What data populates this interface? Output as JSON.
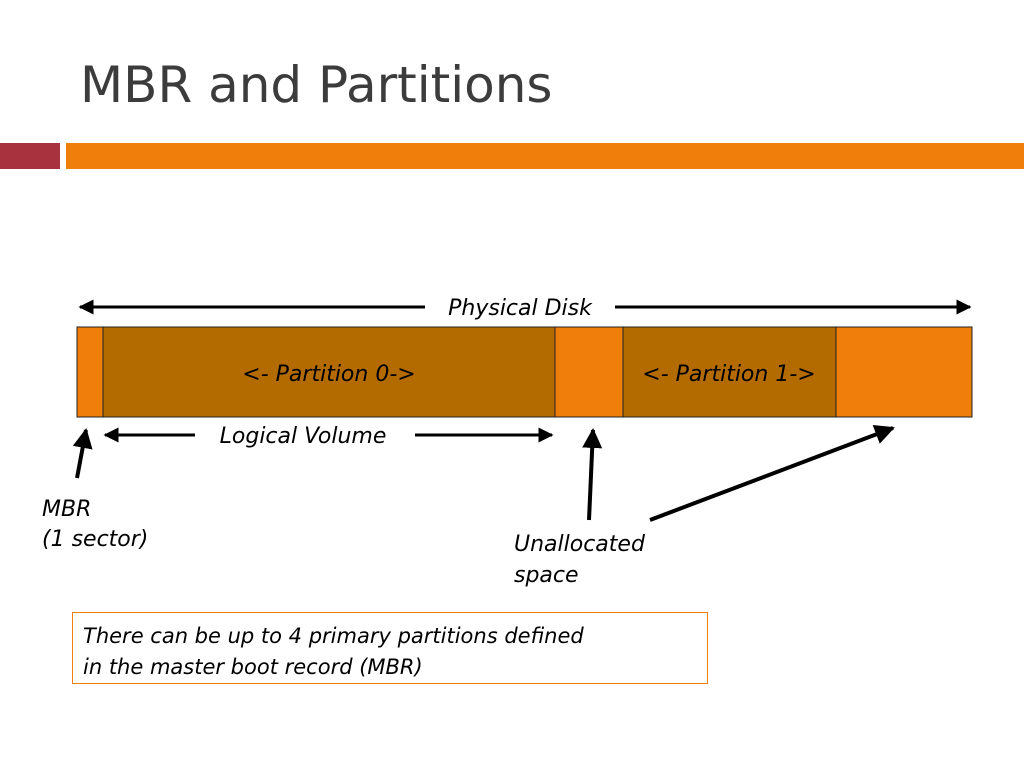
{
  "title": "MBR and Partitions",
  "colors": {
    "accent_orange": "#ef7f0a",
    "accent_red": "#a8323e",
    "partition_fill": "#b36b00",
    "unallocated_fill": "#ef7f0a"
  },
  "diagram": {
    "physical_disk_label": "Physical Disk",
    "partition0_label": "<- Partition 0->",
    "partition1_label": "<- Partition 1->",
    "logical_volume_label": "Logical Volume",
    "mbr_label_line1": "MBR",
    "mbr_label_line2": "(1 sector)",
    "unallocated_label_line1": "Unallocated",
    "unallocated_label_line2": "space"
  },
  "note": {
    "line1": "There can be up to 4 primary partitions defined",
    "line2": "in the master boot record (MBR)"
  }
}
